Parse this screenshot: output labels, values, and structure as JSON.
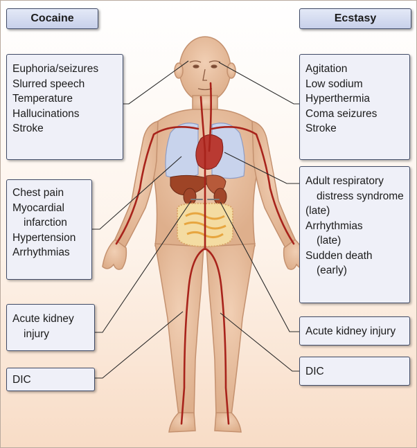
{
  "headers": {
    "left": "Cocaine",
    "right": "Ecstasy"
  },
  "cocaine": {
    "cns": [
      "Euphoria/seizures",
      "Slurred speech",
      "Temperature",
      "Hallucinations",
      "Stroke"
    ],
    "cardio": [
      "Chest pain",
      "Myocardial",
      "infarction",
      "Hypertension",
      "Arrhythmias"
    ],
    "kidney": [
      "Acute kidney",
      "injury"
    ],
    "dic": "DIC"
  },
  "ecstasy": {
    "cns": [
      "Agitation",
      "Low sodium",
      "Hyperthermia",
      "Coma seizures",
      "Stroke"
    ],
    "resp": [
      "Adult respiratory",
      "distress syndrome",
      "(late)",
      "Arrhythmias",
      "(late)",
      "Sudden death",
      "(early)"
    ],
    "kidney": "Acute kidney injury",
    "dic": "DIC"
  },
  "colors": {
    "skin": "#edc4a4",
    "artery": "#a8231b",
    "lung": "#c8d3ec",
    "box": "#eff0f8",
    "border": "#3f4a66"
  }
}
